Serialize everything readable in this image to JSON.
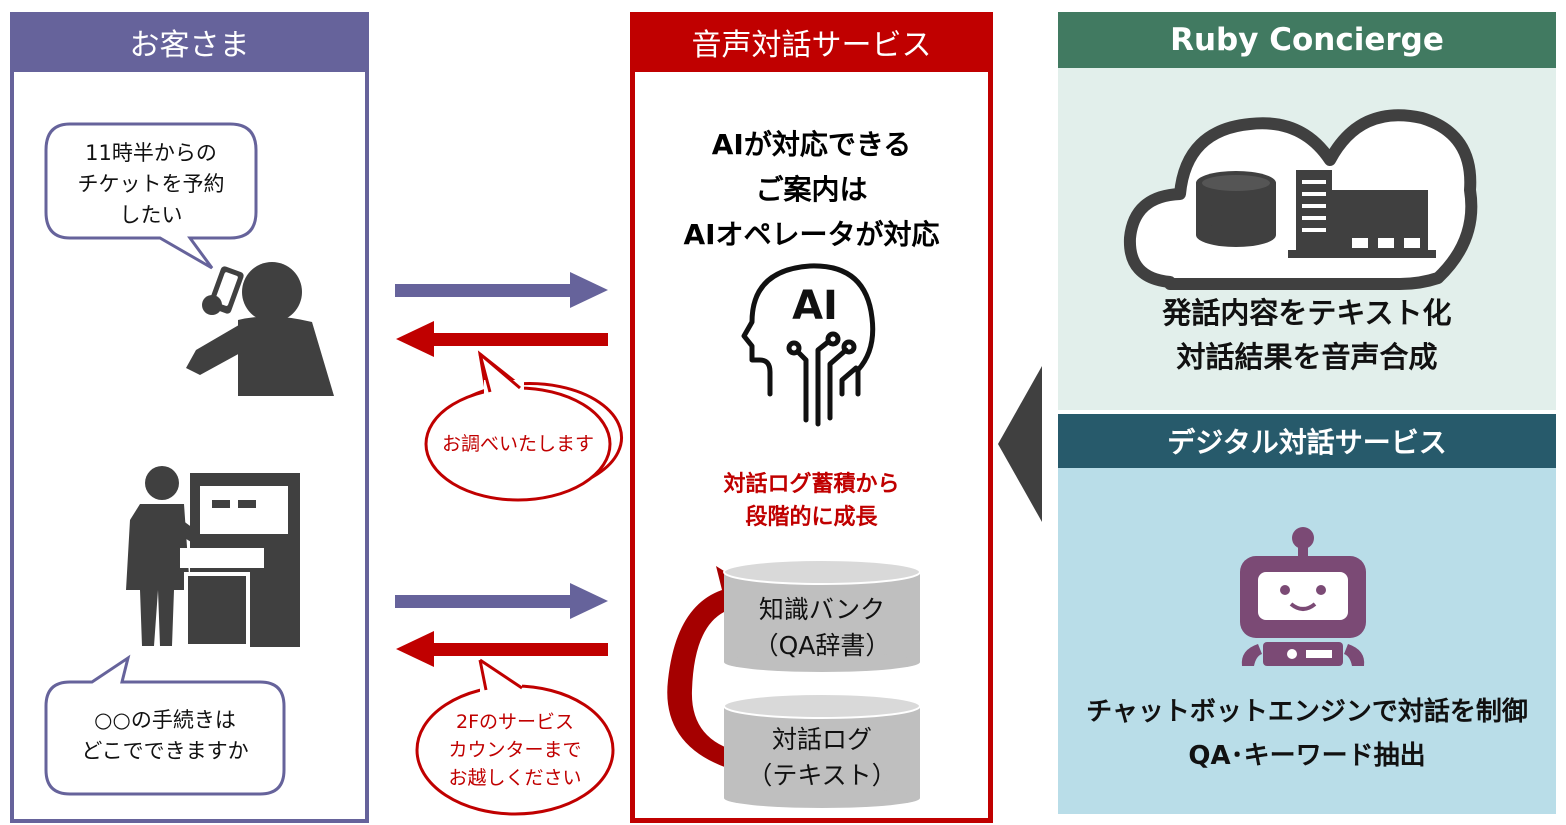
{
  "customer": {
    "title": "お客さま",
    "bubble_top": [
      "11時半からの",
      "チケットを予約",
      "したい"
    ],
    "bubble_bottom": [
      "○○の手続きは",
      "どこでできますか"
    ]
  },
  "responses": {
    "first": "お調べいたします",
    "second": [
      "2Fのサービス",
      "カウンターまで",
      "お越しください"
    ]
  },
  "voice_service": {
    "title": "音声対話サービス",
    "ai_lines": [
      "AIが対応できる",
      "ご案内は",
      "AIオペレータが対応"
    ],
    "ai_icon_label": "AI",
    "growth_lines": [
      "対話ログ蓄積から",
      "段階的に成長"
    ],
    "knowledge_db": [
      "知識バンク",
      "（QA辞書）"
    ],
    "log_db": [
      "対話ログ",
      "（テキスト）"
    ]
  },
  "ruby": {
    "title": "Ruby Concierge",
    "lines": [
      "発話内容をテキスト化",
      "対話結果を音声合成"
    ]
  },
  "digital": {
    "title": "デジタル対話サービス",
    "lines": [
      "チャットボットエンジンで対話を制御",
      "QA･キーワード抽出"
    ]
  },
  "colors": {
    "customer": "#66639b",
    "voice": "#c00000",
    "ruby_header": "#417a61",
    "ruby_bg": "#e2efeb",
    "digital_header": "#275a6b",
    "digital_bg": "#b9dde8",
    "icon_gray": "#404040",
    "robot": "#7b4a75"
  }
}
